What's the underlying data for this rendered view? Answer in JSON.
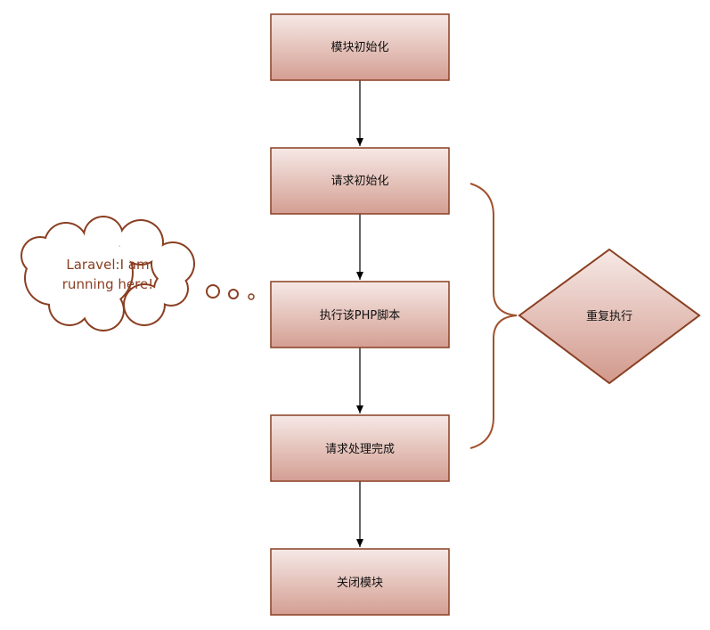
{
  "steps": [
    {
      "label": "模块初始化"
    },
    {
      "label": "请求初始化"
    },
    {
      "label": "执行该PHP脚本"
    },
    {
      "label": "请求处理完成"
    },
    {
      "label": "关闭模块"
    }
  ],
  "loop": {
    "label": "重复执行"
  },
  "callout": {
    "line1": "Laravel:I am",
    "line2": "running here!"
  },
  "colors": {
    "box_fill_top": "#f6e9e6",
    "box_fill_bottom": "#d49e92",
    "box_stroke": "#8a3f22",
    "arrow": "#000000",
    "brace": "#a0522d"
  }
}
